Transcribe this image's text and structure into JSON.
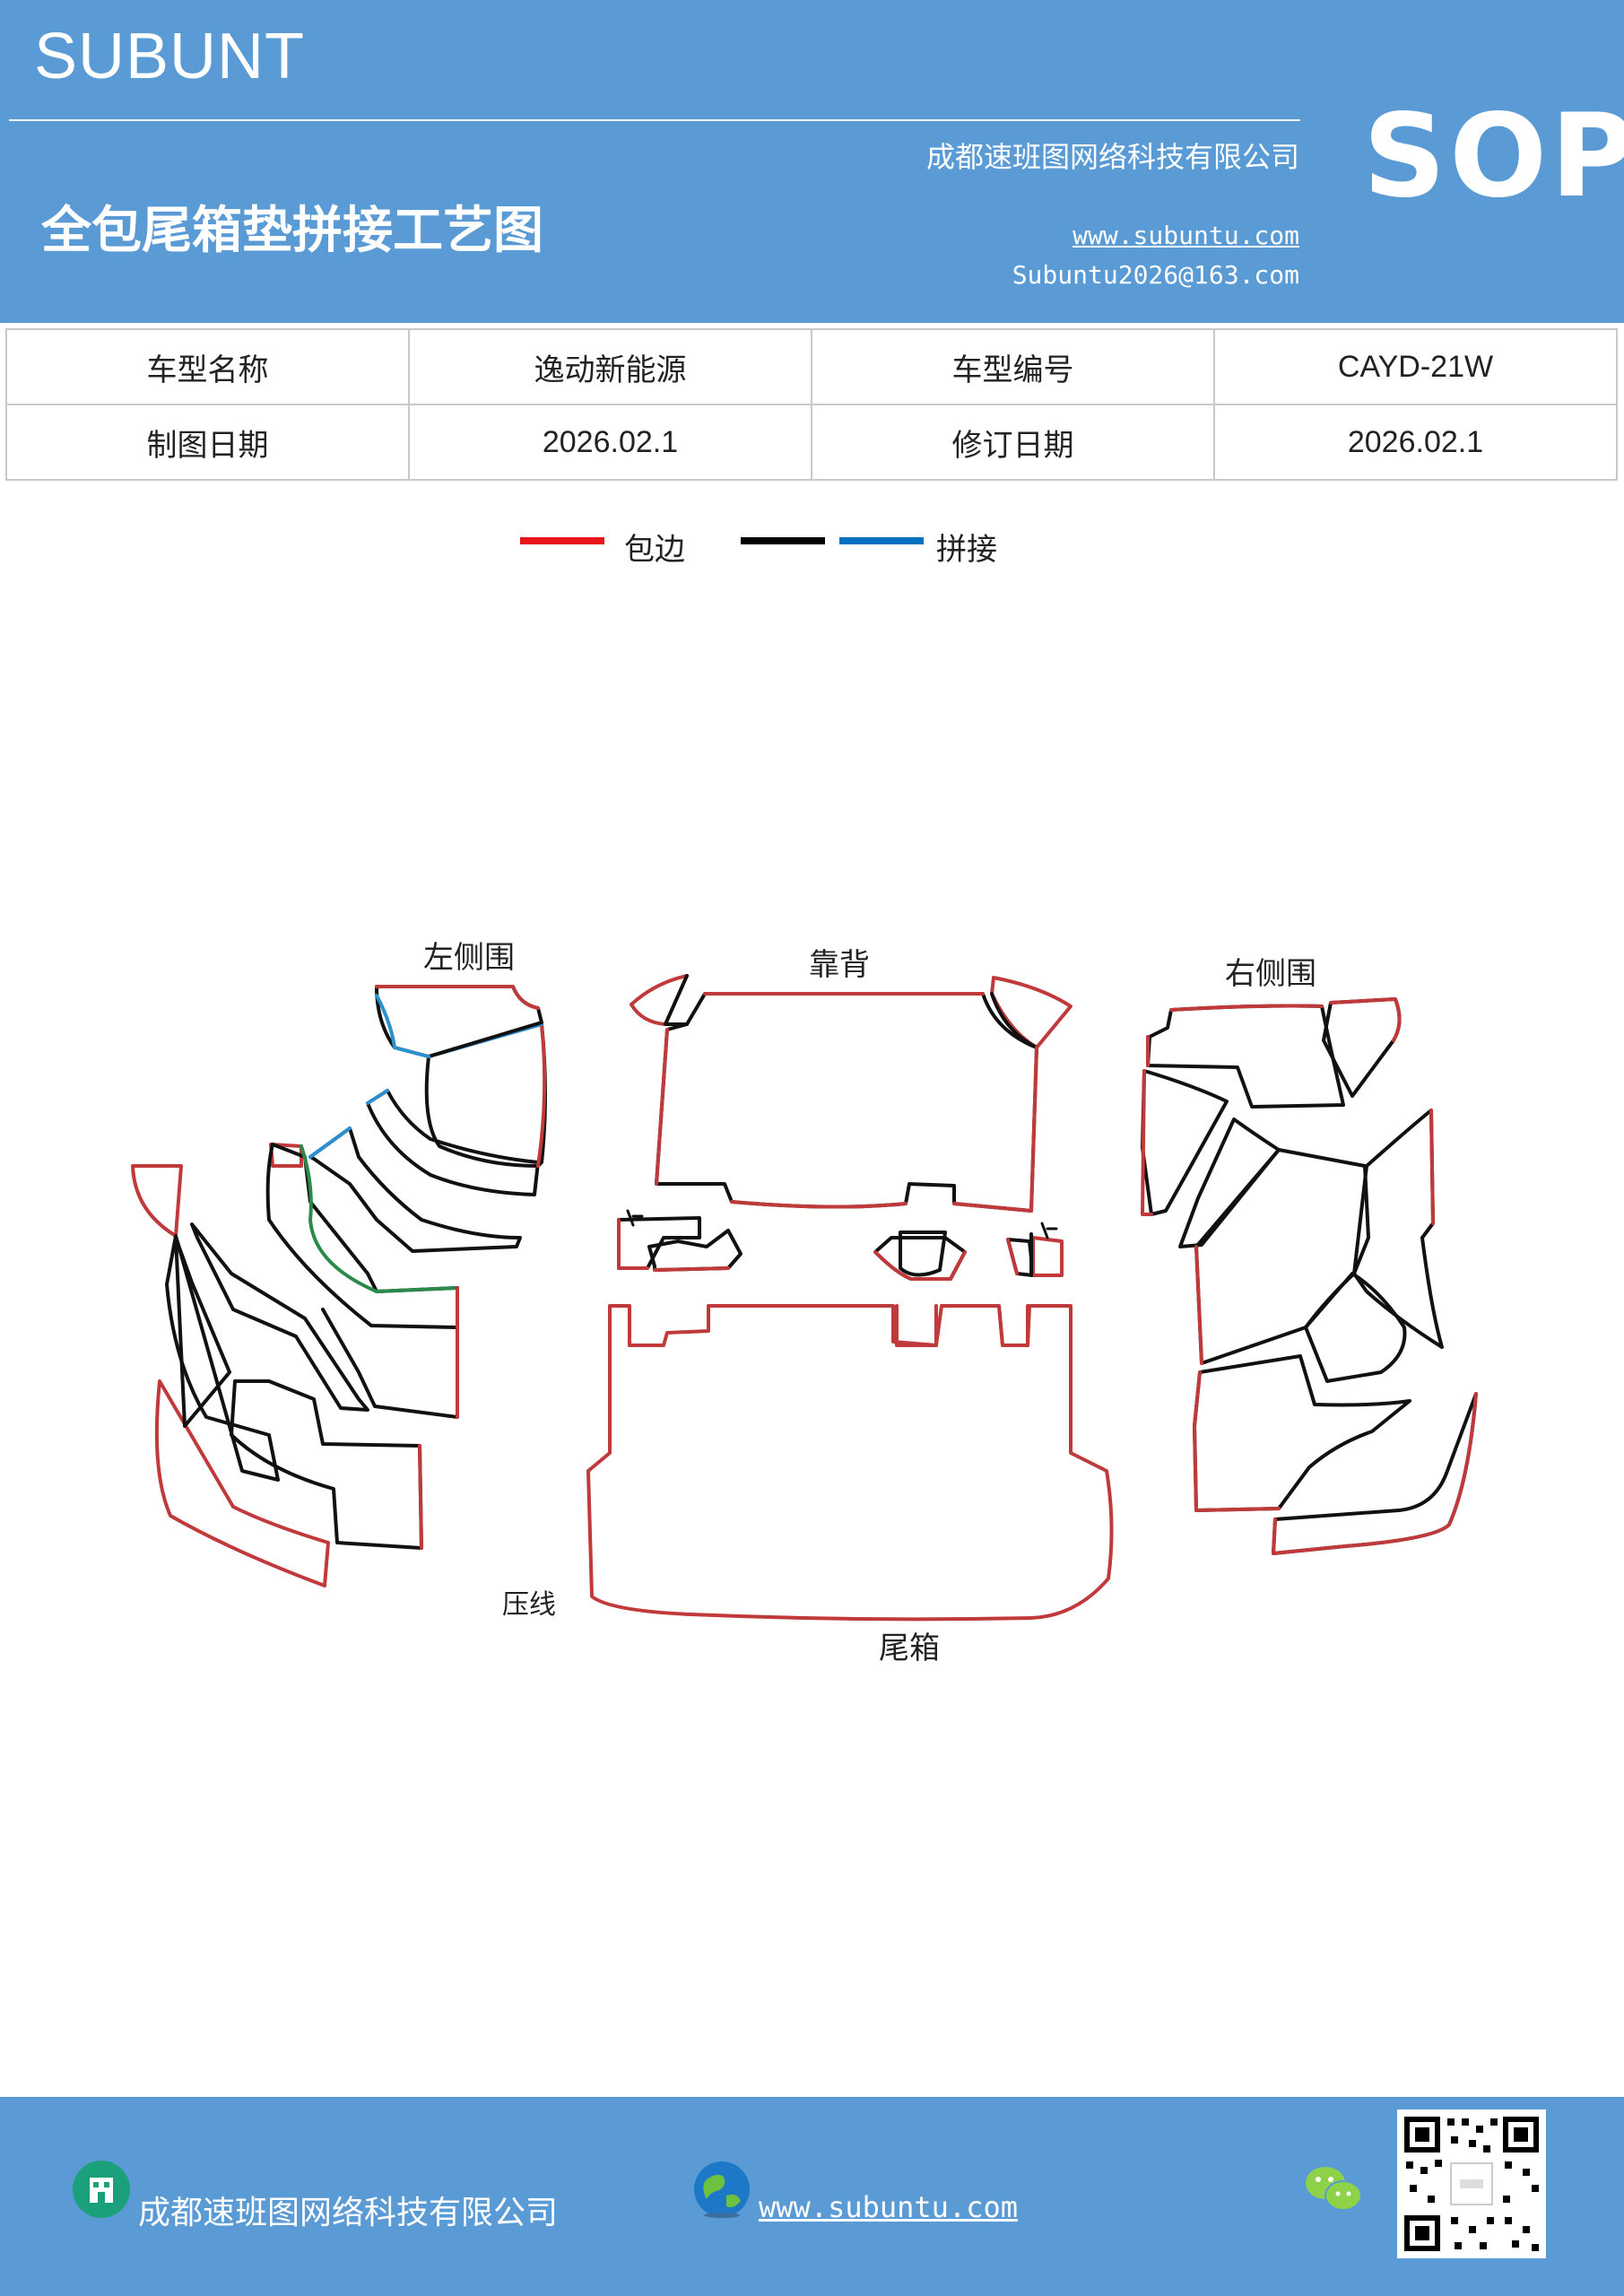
{
  "header": {
    "brand": "SUBUNT",
    "company": "成都速班图网络科技有限公司",
    "title": "全包尾箱垫拼接工艺图",
    "website": "www.subuntu.com",
    "email": "Subuntu2026@163.com",
    "badge": "SOP",
    "bg_color": "#5b9bd5"
  },
  "info_table": {
    "rows": [
      [
        "车型名称",
        "逸动新能源",
        "车型编号",
        "CAYD-21W"
      ],
      [
        "制图日期",
        "2026.02.1",
        "修订日期",
        "2026.02.1"
      ]
    ]
  },
  "legend": {
    "items": [
      {
        "label": "包边",
        "color": "#e8141b"
      },
      {
        "label": "",
        "color": "#000000"
      },
      {
        "label": "拼接",
        "color": "#0070c0"
      }
    ]
  },
  "diagram": {
    "labels": {
      "left_side": "左侧围",
      "back": "靠背",
      "right_side": "右侧围",
      "press_line": "压线",
      "trunk": "尾箱"
    },
    "colors": {
      "edge": "#c0393b",
      "seam": "#111111",
      "splice": "#2b8fd0",
      "green": "#2a8a4a"
    }
  },
  "footer": {
    "company": "成都速班图网络科技有限公司",
    "website": "www.subuntu.com",
    "icons": [
      "building-icon",
      "globe-icon",
      "wechat-icon",
      "qr-code"
    ]
  }
}
